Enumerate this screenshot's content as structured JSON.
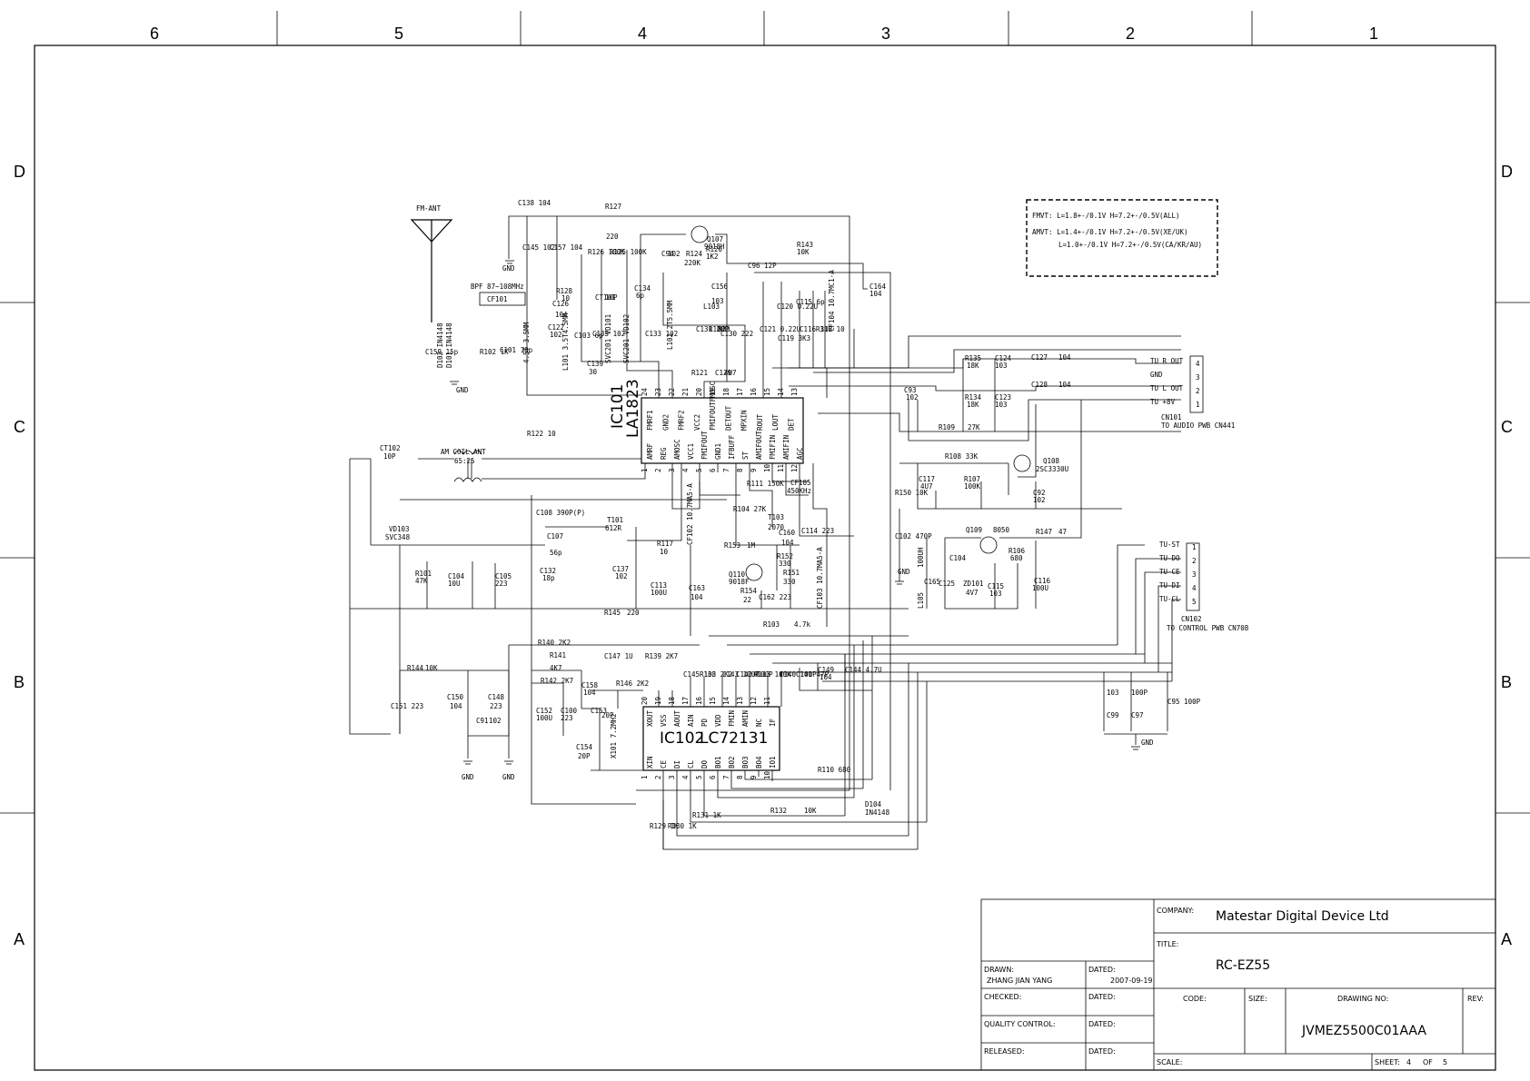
{
  "zones": {
    "columns": [
      "6",
      "5",
      "4",
      "3",
      "2",
      "1"
    ],
    "rows": [
      "D",
      "C",
      "B",
      "A"
    ]
  },
  "notes": {
    "fmvt": "FMVT: L=1.8+-/0.1V   H=7.2+-/0.5V(ALL)",
    "amvt1": "AMVT: L=1.4+-/0.1V   H=7.2+-/0.5V(XE/UK)",
    "amvt2": "L=1.0+-/0.1V   H=7.2+-/0.5V(CA/KR/AU)"
  },
  "ic101": {
    "ref": "IC101",
    "part": "LA1823",
    "top_pins": [
      "FMRF1",
      "GND2",
      "FMRF2",
      "VCC2",
      "FMIFOUTFMOSC",
      "DETOUT",
      "MPXIN",
      "ROUT",
      "LOUT",
      "DET"
    ],
    "top_nums": [
      "24",
      "23",
      "22",
      "21",
      "20",
      "19",
      "18",
      "17",
      "16",
      "15",
      "14",
      "13"
    ],
    "bot_pins": [
      "AMRF",
      "REG",
      "AMOSC",
      "VCC1",
      "FMIFOUT",
      "GND1",
      "IFBUFF",
      "ST",
      "AMIFOUT",
      "FMIFIN",
      "AMIFIN",
      "AGC"
    ],
    "bot_nums": [
      "1",
      "2",
      "3",
      "4",
      "5",
      "6",
      "7",
      "8",
      "9",
      "10",
      "11",
      "12"
    ]
  },
  "ic102": {
    "ref": "IC102",
    "part": "LC72131",
    "top_pins": [
      "XOUT",
      "VSS",
      "AOUT",
      "AIN",
      "PD",
      "VDD",
      "FMIN",
      "AMIN",
      "NC",
      "IF"
    ],
    "top_nums": [
      "20",
      "19",
      "18",
      "17",
      "16",
      "15",
      "14",
      "13",
      "12",
      "11"
    ],
    "bot_pins": [
      "XIN",
      "CE",
      "DI",
      "CL",
      "DO",
      "BO1",
      "BO2",
      "BO3",
      "BO4",
      "IO1"
    ],
    "bot_nums": [
      "1",
      "2",
      "3",
      "4",
      "5",
      "6",
      "7",
      "8",
      "9",
      "10"
    ]
  },
  "cn101": {
    "label": "CN101",
    "dest": "TO AUDIO PWB CN441",
    "signals": [
      "TU R OUT",
      "GND",
      "TU L OUT",
      "TU +8V"
    ],
    "pins": [
      "4",
      "3",
      "2",
      "1"
    ]
  },
  "cn102": {
    "label": "CN102",
    "dest": "TO CONTROL PWB CN708",
    "signals": [
      "TU-ST",
      "TU-DO",
      "TU-CE",
      "TU-DI",
      "TU-CL"
    ],
    "pins": [
      "1",
      "2",
      "3",
      "4",
      "5"
    ]
  },
  "labels": {
    "fm_ant": "FM-ANT",
    "bpf": "BPF 87~108MHz",
    "cf101": "CF101",
    "am_coil": "AM COIL ANT",
    "am_coil_ratio": "65:25",
    "ct102": "CT102",
    "ct102v": "10P",
    "vd103": "VD103",
    "vd103v": "SVC348",
    "gnd": "GND",
    "q107": "Q107",
    "q107v": "9018H",
    "q108": "Q108",
    "q108v": "2SC3330U",
    "q109": "Q109",
    "q109v": "8050",
    "q110": "Q110",
    "q110v": "9018F",
    "d104": "D104",
    "d104v": "IN4148",
    "zd101": "ZD101",
    "zd101v": "4V7",
    "x101": "X101 7.2MHz",
    "t101": "T101",
    "t101v": "612R",
    "t103": "T103",
    "t103v": "2070",
    "cf105": "CF105",
    "cf105v": "450KHz",
    "cf102": "CF102 10.7MA5-A",
    "cf103": "CF103 10.7MA5-A",
    "cf104": "CF104 10.7MC1-A",
    "d101": "D101 IN4148",
    "d102": "D102 IN4148",
    "l101": "L101 3.5T4.5MM",
    "l102": "L102 2T5.5MM",
    "l103": "L103",
    "l104": "4.5T 3.5MM",
    "l105": "L105",
    "l105v": "100UH",
    "vd101": "SVC201 VD101",
    "vd102": "SVC201 VD102"
  },
  "parts": [
    [
      "C138 104",
      570,
      226
    ],
    [
      "R127",
      666,
      230
    ],
    [
      "220",
      667,
      263
    ],
    [
      "R120",
      777,
      277
    ],
    [
      "1K2",
      777,
      285
    ],
    [
      "R143",
      877,
      272
    ],
    [
      "10K",
      877,
      280
    ],
    [
      "C145 102",
      575,
      275
    ],
    [
      "C157 104",
      605,
      275
    ],
    [
      "R126 100K",
      647,
      280
    ],
    [
      "R125 100K",
      671,
      280
    ],
    [
      "C94",
      728,
      282
    ],
    [
      "102",
      735,
      282
    ],
    [
      "R124",
      755,
      282
    ],
    [
      "220K",
      753,
      292
    ],
    [
      "C96 12P",
      823,
      295
    ],
    [
      "C164",
      957,
      318
    ],
    [
      "104",
      957,
      326
    ],
    [
      "R128",
      612,
      323
    ],
    [
      "10",
      618,
      331
    ],
    [
      "CT101",
      655,
      330
    ],
    [
      "10P",
      666,
      330
    ],
    [
      "C126",
      608,
      337
    ],
    [
      "104",
      611,
      349
    ],
    [
      "C134",
      698,
      320
    ],
    [
      "6p",
      700,
      328
    ],
    [
      "C156",
      783,
      318
    ],
    [
      "103",
      783,
      334
    ],
    [
      "C122",
      603,
      363
    ],
    [
      "102",
      605,
      371
    ],
    [
      "C103 6p",
      632,
      372
    ],
    [
      "C135 102",
      652,
      370
    ],
    [
      "C133 102",
      710,
      370
    ],
    [
      "C131 20P",
      766,
      365
    ],
    [
      "R100",
      780,
      365
    ],
    [
      "820",
      790,
      365
    ],
    [
      "C130 222",
      793,
      370
    ],
    [
      "C121 0.22U",
      836,
      365
    ],
    [
      "C120 0.22U",
      855,
      340
    ],
    [
      "C119 3K3",
      856,
      375
    ],
    [
      "C115 6p",
      876,
      335
    ],
    [
      "C116 3U3",
      880,
      365
    ],
    [
      "R118 10",
      898,
      365
    ],
    [
      "C159 15p",
      468,
      390
    ],
    [
      "R102 1K",
      528,
      390
    ],
    [
      "C101 18p",
      550,
      388
    ],
    [
      "C139",
      646,
      403
    ],
    [
      "30",
      648,
      412
    ],
    [
      "R121",
      761,
      413
    ],
    [
      "C129",
      787,
      413
    ],
    [
      "4U7",
      797,
      413
    ],
    [
      "C127",
      1135,
      396
    ],
    [
      "104",
      1165,
      396
    ],
    [
      "C128",
      1135,
      426
    ],
    [
      "104",
      1165,
      426
    ],
    [
      "R135",
      1062,
      397
    ],
    [
      "18K",
      1064,
      405
    ],
    [
      "C124",
      1095,
      397
    ],
    [
      "103",
      1095,
      405
    ],
    [
      "C93",
      995,
      432
    ],
    [
      "102",
      997,
      440
    ],
    [
      "R134",
      1062,
      440
    ],
    [
      "18K",
      1064,
      448
    ],
    [
      "C123",
      1095,
      440
    ],
    [
      "103",
      1095,
      448
    ],
    [
      "R109",
      1033,
      473
    ],
    [
      "27K",
      1065,
      473
    ],
    [
      "R122 10",
      580,
      480
    ],
    [
      "R108 33K",
      1040,
      505
    ],
    [
      "C117",
      1011,
      530
    ],
    [
      "4U7",
      1013,
      538
    ],
    [
      "R107",
      1061,
      530
    ],
    [
      "100K",
      1061,
      538
    ],
    [
      "R150 10K",
      985,
      545
    ],
    [
      "R111 150K",
      822,
      535
    ],
    [
      "R104 27K",
      807,
      563
    ],
    [
      "C92",
      1137,
      545
    ],
    [
      "102",
      1137,
      553
    ],
    [
      "C108 390P(P)",
      590,
      567
    ],
    [
      "C107",
      602,
      593
    ],
    [
      "56p",
      605,
      611
    ],
    [
      "C160",
      857,
      589
    ],
    [
      "104",
      860,
      600
    ],
    [
      "C114 223",
      882,
      587
    ],
    [
      "R153",
      797,
      603
    ],
    [
      "1M",
      822,
      603
    ],
    [
      "R117",
      723,
      601
    ],
    [
      "10",
      726,
      610
    ],
    [
      "C102 470P",
      985,
      593
    ],
    [
      "R147",
      1140,
      588
    ],
    [
      "47",
      1165,
      588
    ],
    [
      "R106",
      1110,
      609
    ],
    [
      "680",
      1112,
      617
    ],
    [
      "C165",
      1017,
      643
    ],
    [
      "C104",
      1045,
      617
    ],
    [
      "C125",
      1033,
      645
    ],
    [
      "C115",
      1087,
      648
    ],
    [
      "103",
      1089,
      656
    ],
    [
      "C116",
      1138,
      642
    ],
    [
      "100U",
      1136,
      650
    ],
    [
      "R101",
      457,
      634
    ],
    [
      "47K",
      457,
      642
    ],
    [
      "C104",
      493,
      637
    ],
    [
      "10U",
      493,
      645
    ],
    [
      "C105",
      545,
      637
    ],
    [
      "223",
      545,
      645
    ],
    [
      "C132",
      594,
      631
    ],
    [
      "18p",
      597,
      639
    ],
    [
      "C137",
      674,
      629
    ],
    [
      "102",
      677,
      637
    ],
    [
      "C113",
      716,
      647
    ],
    [
      "100U",
      716,
      655
    ],
    [
      "C163",
      758,
      650
    ],
    [
      "104",
      760,
      660
    ],
    [
      "R152",
      855,
      615
    ],
    [
      "330",
      857,
      623
    ],
    [
      "R151",
      862,
      633
    ],
    [
      "330",
      862,
      643
    ],
    [
      "Q110",
      802,
      635
    ],
    [
      "9018F",
      802,
      643
    ],
    [
      "R154",
      815,
      653
    ],
    [
      "22",
      818,
      663
    ],
    [
      "C162 223",
      835,
      660
    ],
    [
      "R145",
      665,
      677
    ],
    [
      "220",
      690,
      677
    ],
    [
      "R103",
      840,
      690
    ],
    [
      "4.7k",
      874,
      690
    ],
    [
      "R140 2K2",
      592,
      710
    ],
    [
      "R141",
      605,
      724
    ],
    [
      "4K7",
      605,
      738
    ],
    [
      "C147 1U",
      665,
      725
    ],
    [
      "R139 2K7",
      710,
      725
    ],
    [
      "R144",
      448,
      738
    ],
    [
      "10K",
      468,
      738
    ],
    [
      "R142 2K7",
      595,
      752
    ],
    [
      "C158",
      640,
      757
    ],
    [
      "104",
      642,
      765
    ],
    [
      "R146 2K2",
      678,
      755
    ],
    [
      "C151 223",
      430,
      780
    ],
    [
      "C150",
      492,
      770
    ],
    [
      "104",
      495,
      780
    ],
    [
      "C148",
      537,
      770
    ],
    [
      "223",
      539,
      780
    ],
    [
      "C152",
      590,
      785
    ],
    [
      "100U",
      590,
      793
    ],
    [
      "C100",
      617,
      785
    ],
    [
      "223",
      617,
      793
    ],
    [
      "C153",
      650,
      785
    ],
    [
      "20P",
      662,
      790
    ],
    [
      "C91",
      524,
      796
    ],
    [
      "102",
      538,
      796
    ],
    [
      "C154",
      634,
      825
    ],
    [
      "20P",
      636,
      835
    ],
    [
      "R110 680",
      900,
      850
    ],
    [
      "R132",
      848,
      895
    ],
    [
      "10K",
      885,
      895
    ],
    [
      "R129 1K",
      715,
      912
    ],
    [
      "R130 1K",
      735,
      912
    ],
    [
      "R131 1K",
      762,
      900
    ],
    [
      "C145 103",
      752,
      745
    ],
    [
      "R138 2K2",
      770,
      745
    ],
    [
      "C143 100P",
      795,
      745
    ],
    [
      "C142 100P",
      810,
      745
    ],
    [
      "R113 100K",
      830,
      745
    ],
    [
      "C140 100P",
      858,
      745
    ],
    [
      "C141 47P",
      876,
      745
    ],
    [
      "C149",
      900,
      740
    ],
    [
      "104",
      902,
      748
    ],
    [
      "C144 4.7U",
      930,
      740
    ],
    [
      "C99",
      1218,
      790
    ],
    [
      "103",
      1218,
      765
    ],
    [
      "C97",
      1245,
      790
    ],
    [
      "100P",
      1245,
      765
    ],
    [
      "C95 100P",
      1285,
      775
    ]
  ],
  "title_block": {
    "company_label": "COMPANY:",
    "company": "Matestar Digital Device Ltd",
    "title_label": "TITLE:",
    "title": "RC-EZ55",
    "drawn_label": "DRAWN:",
    "drawn": "ZHANG JIAN YANG",
    "dated_label": "DATED:",
    "dated": "2007-09-19",
    "checked_label": "CHECKED:",
    "quality_label": "QUALITY CONTROL:",
    "released_label": "RELEASED:",
    "code_label": "CODE:",
    "size_label": "SIZE:",
    "drawing_no_label": "DRAWING NO:",
    "drawing_no": "JVMEZ5500C01AAA",
    "rev_label": "REV:",
    "scale_label": "SCALE:",
    "sheet_label": "SHEET:",
    "sheet": "4",
    "of_label": "OF",
    "of": "5"
  }
}
